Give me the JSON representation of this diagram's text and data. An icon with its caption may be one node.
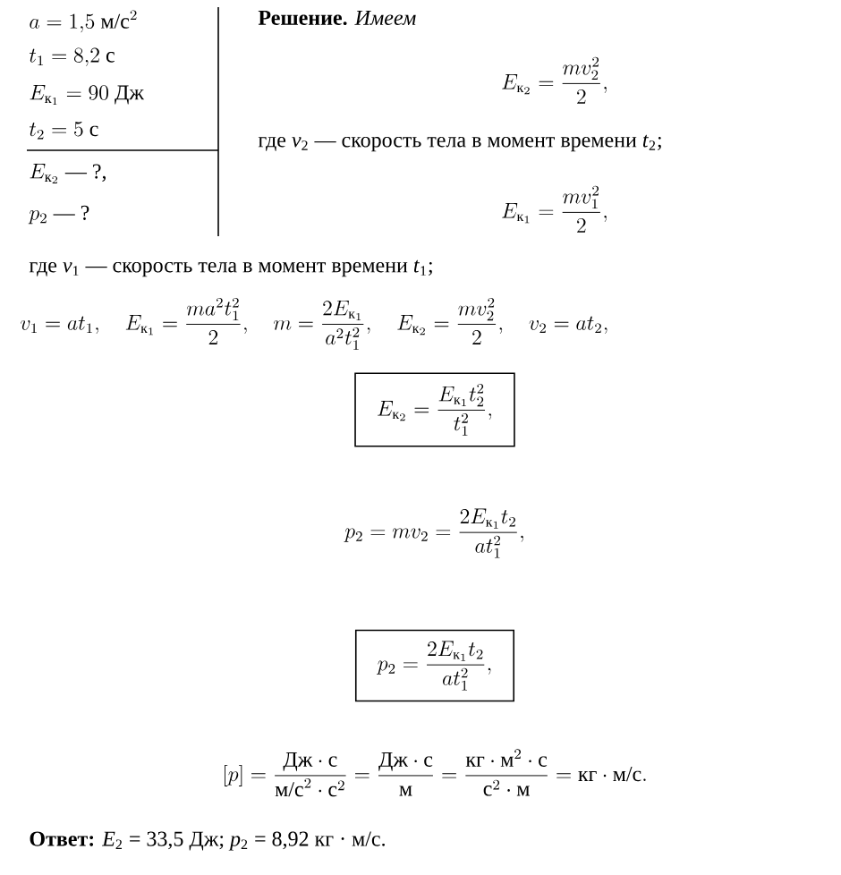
{
  "diagram": {
    "nodes": [
      {
        "text": [
          "E_{\\text{к}_2} = \\frac{E_{\\text{к}_1}t_2^2}{t_1^2},"
        ]
      },
      {
        "text": [
          "p_2 = \\frac{2E_{\\text{к}_1}t_2}{at_1^2},"
        ]
      }
    ],
    "labels": [
      "a = 1{,}5~\\text{м/с}^2",
      "t_1 = 8{,}2~\\text{с}",
      "E_{\\text{к}_1} = 90~\\text{Дж}",
      "t_2 = 5~\\text{с}",
      "E_{\\text{к}_2}\\text{ — ?,}",
      "p_2\\text{ — ?}",
      "**Решение.** *Имеем*",
      "E_{\\text{к}_2} = \\frac{mv_2^2}{2},",
      "где *v*$_{2}$ — скорость тела в момент времени *t*$_{2}$;",
      "E_{\\text{к}_1} = \\frac{mv_1^2}{2},",
      "где *v*$_{1}$ — скорость тела в момент времени *t*$_{1}$;",
      "v_1 = at_1,\\quad E_{\\text{к}_1} = \\frac{ma^2t_1^2}{2},\\quad m = \\frac{2E_{\\text{к}_1}}{a^2t_1^2},\\quad E_{\\text{к}_2} = \\frac{mv_2^2}{2},\\quad v_2 = at_2,",
      "p_2 = mv_2 = \\frac{2E_{\\text{к}_1}t_2}{at_1^2},",
      "[p] = \\frac{\\text{Дж}\\cdot\\text{с}}{\\text{м/с}^2\\cdot\\text{с}^2} = \\frac{\\text{Дж}\\cdot\\text{с}}{\\text{м}} = \\frac{\\text{кг}\\cdot\\text{м}^2\\cdot\\text{с}}{\\text{с}^2\\cdot\\text{м}} = \\text{кг}\\cdot\\text{м/с}.",
      "**Ответ:** *E*$_{2}$ = 33,5 Дж; *p*$_{2}$ = 8,92 кг · м/с."
    ]
  }
}
